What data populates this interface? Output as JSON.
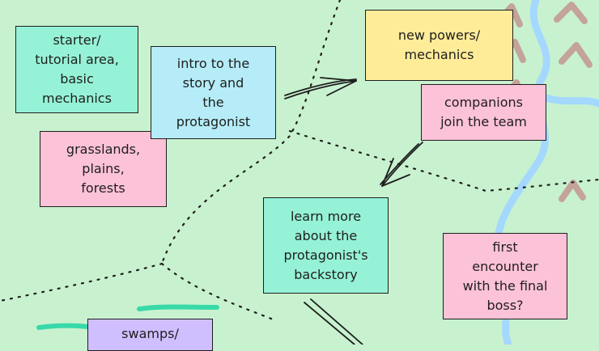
{
  "notes": {
    "starter": {
      "text": "starter/\ntutorial area,\nbasic\nmechanics",
      "color": "#96f2d7"
    },
    "intro": {
      "text": "intro to the\nstory and\nthe\nprotagonist",
      "color": "#b5ecf7"
    },
    "grasslands": {
      "text": "grasslands,\nplains,\nforests",
      "color": "#fcc2d7"
    },
    "new_powers": {
      "text": "new powers/\nmechanics",
      "color": "#ffec99"
    },
    "companions": {
      "text": "companions\njoin the team",
      "color": "#fcc2d7"
    },
    "backstory": {
      "text": "learn more\nabout the\nprotagonist's\nbackstory",
      "color": "#96f2d7"
    },
    "final_boss": {
      "text": "first\nencounter\nwith the final\nboss?",
      "color": "#fcc2d7"
    },
    "swamps": {
      "text": "swamps/",
      "color": "#d0bfff"
    }
  },
  "colors": {
    "background": "#c8f2cf",
    "river": "#a5d8ff",
    "mountains": "#c4a39a",
    "stroke": "#1e1e1e",
    "swamp_mark": "#38d9a9"
  },
  "icons": [
    "mountain-icon",
    "river-icon",
    "arrow-icon"
  ]
}
